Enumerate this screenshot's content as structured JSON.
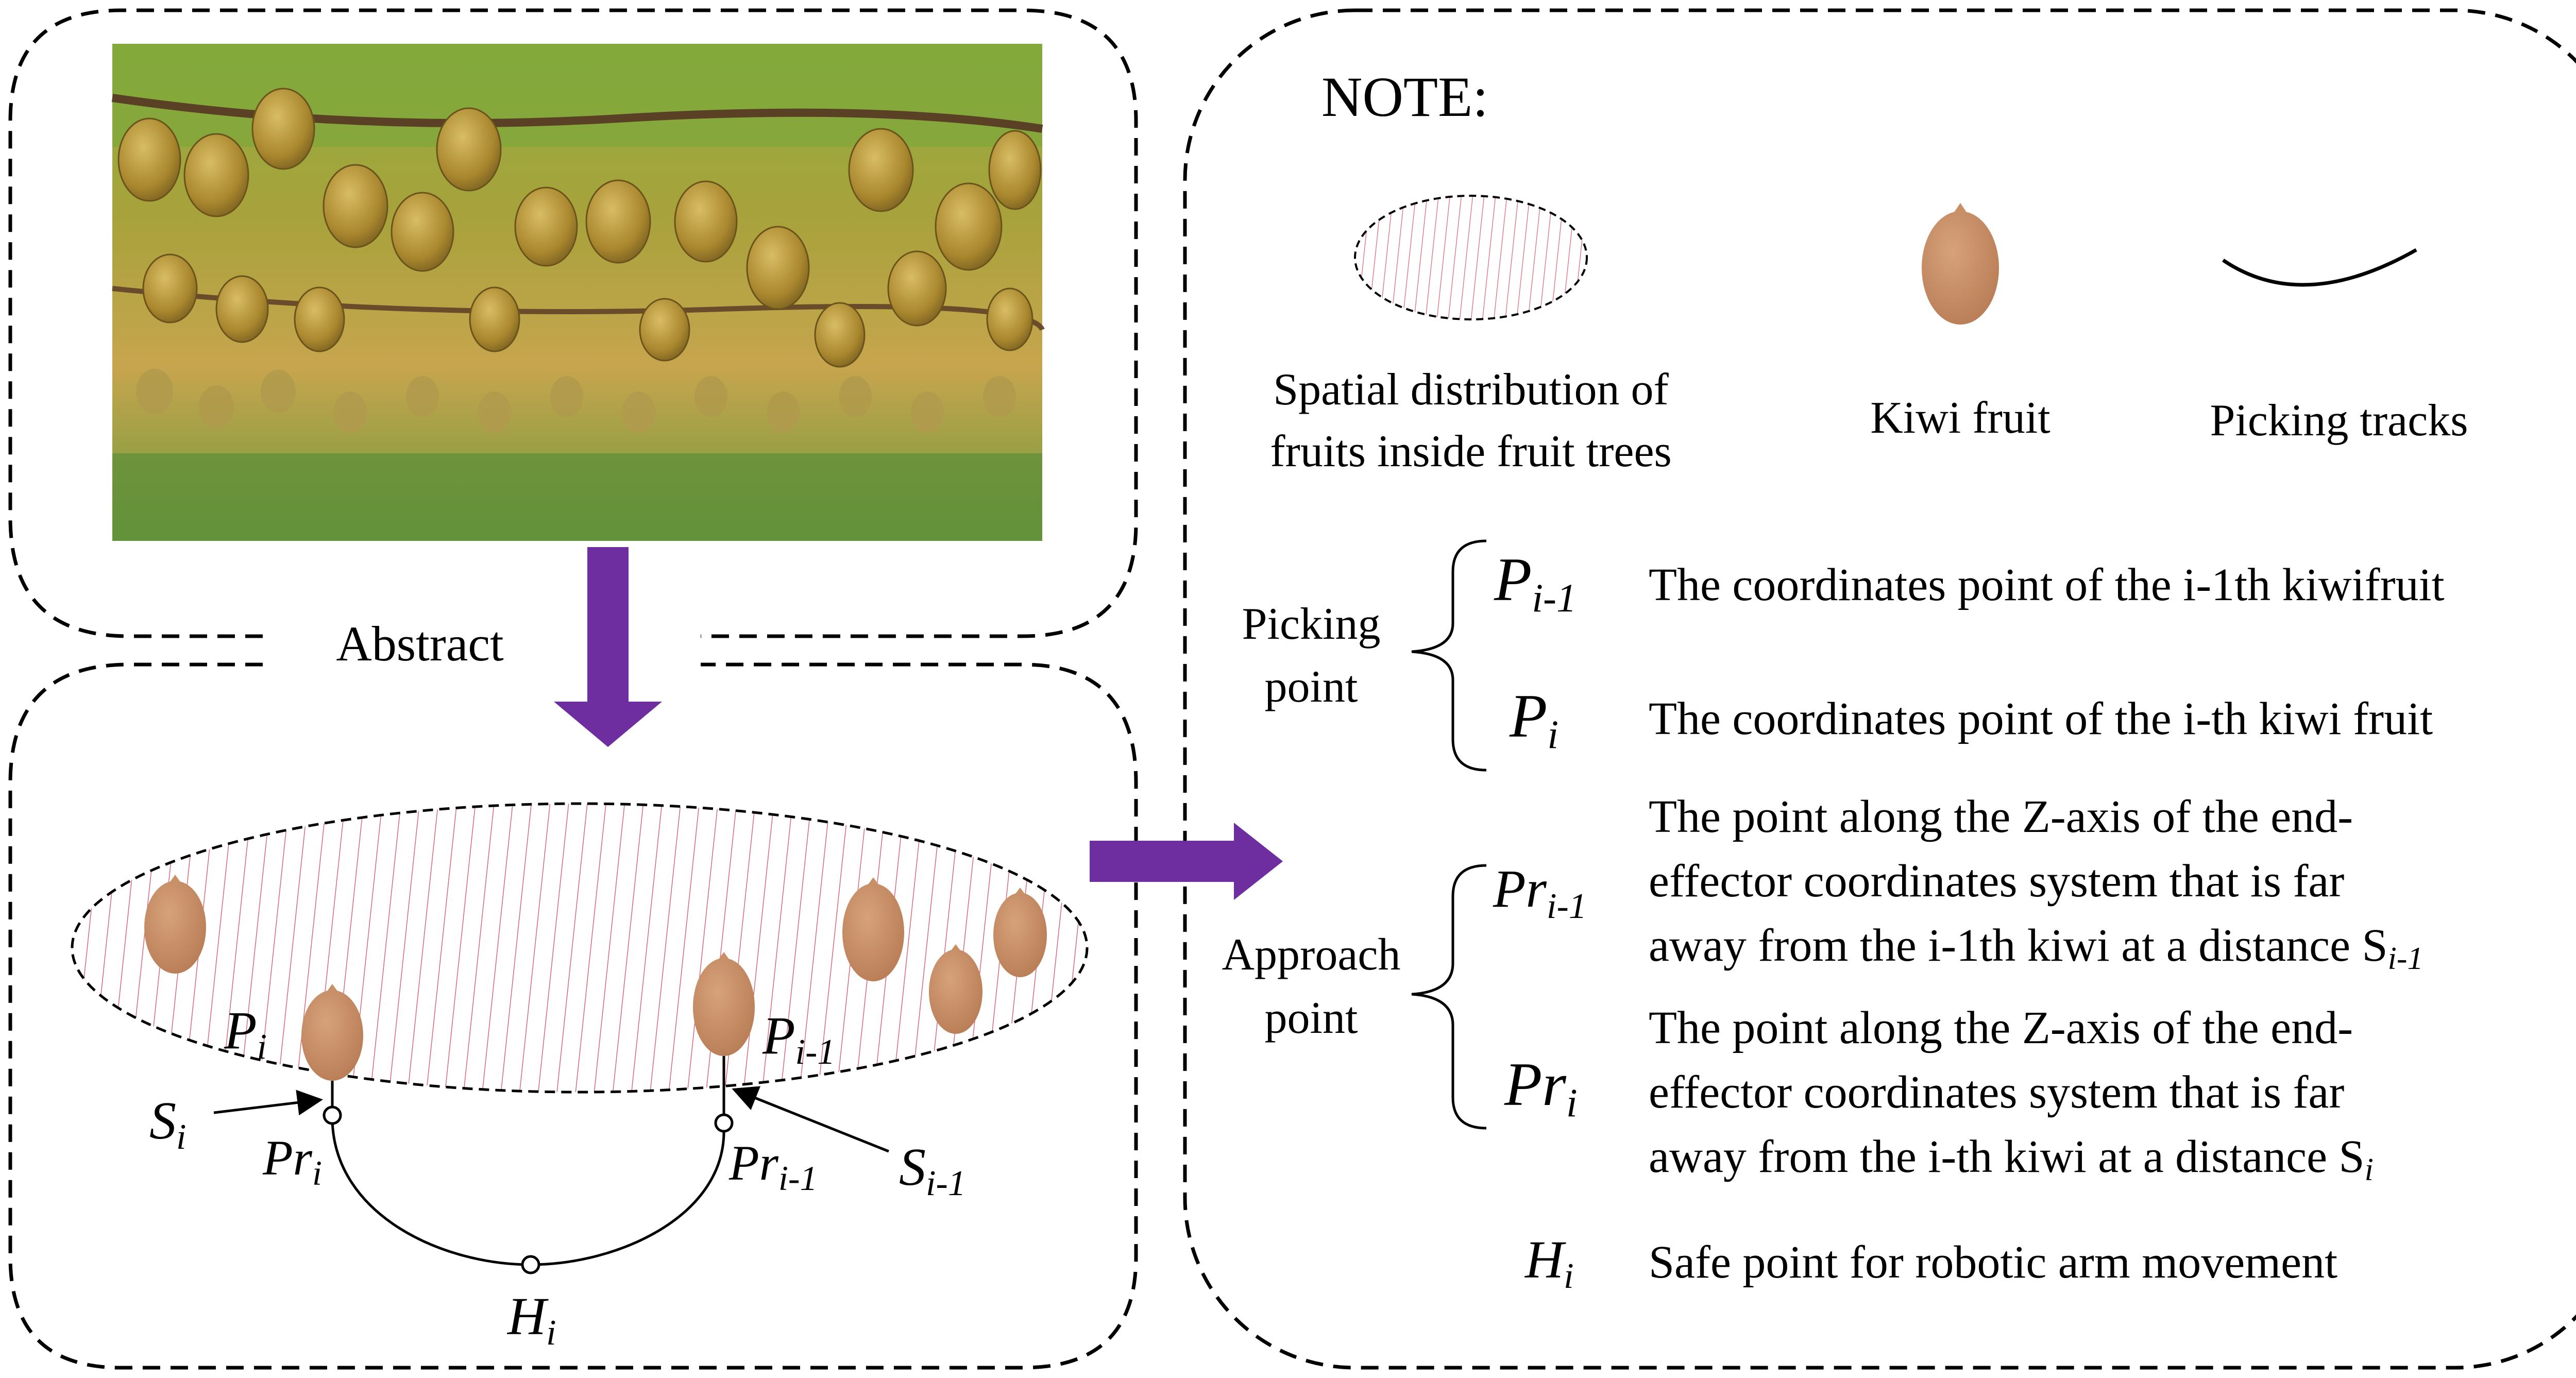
{
  "abstract_label": "Abstract",
  "note": {
    "title": "NOTE:",
    "legend": {
      "distribution": [
        "Spatial distribution of",
        "fruits inside fruit trees"
      ],
      "kiwi": "Kiwi fruit",
      "tracks": "Picking tracks"
    }
  },
  "groups": {
    "picking": [
      "Picking",
      "point"
    ],
    "approach": [
      "Approach",
      "point"
    ]
  },
  "symbols": {
    "P": "P",
    "Pr": "Pr",
    "S": "S",
    "H": "H",
    "sub_i": "i",
    "sub_im1": "i-1"
  },
  "definitions": {
    "p_im1": "The coordinates point of the i-1th kiwifruit",
    "p_i": "The coordinates point of the i-th kiwi fruit",
    "pr_im1": [
      "The point along the Z-axis of the end-",
      "effector coordinates system that is far",
      "away from the i-1th kiwi at a distance S"
    ],
    "pr_i": [
      "The point along the Z-axis of the end-",
      "effector  coordinates system that is far",
      "away from the i-th kiwi at a distance S"
    ],
    "h_i": "Safe point for robotic arm movement"
  },
  "colors": {
    "hatch": "#d6687e",
    "kiwi": "#c98f65",
    "arrow": "#6f2ea0",
    "dash": "#000000"
  },
  "icons": [
    "kiwi-fruit-icon",
    "picking-track-icon",
    "photo-kiwi-orchard"
  ]
}
